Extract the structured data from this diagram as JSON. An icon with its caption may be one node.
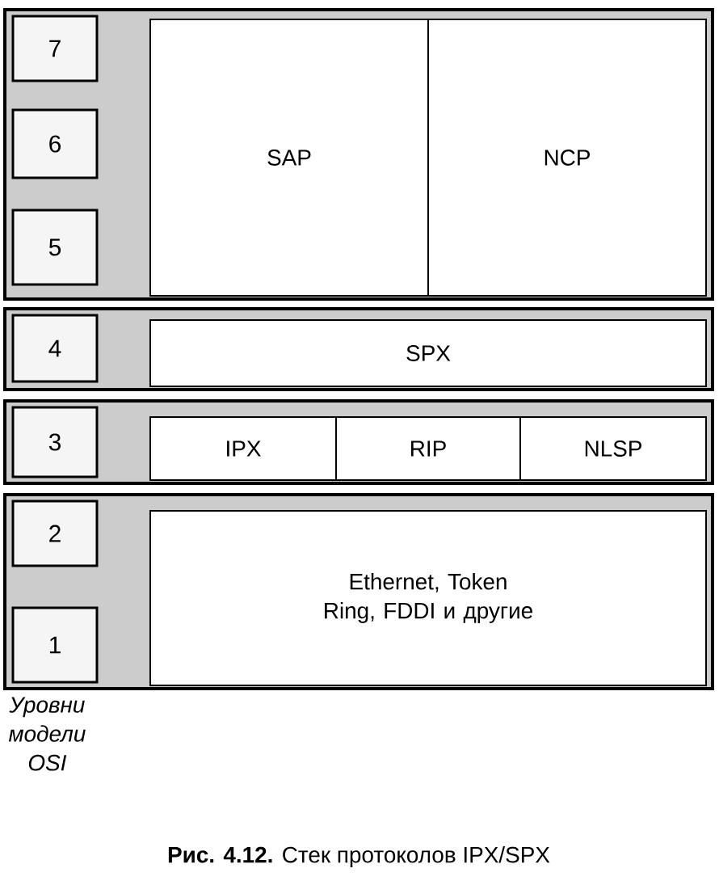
{
  "diagram": {
    "caption": "**Рис. 4.12.** Стек протоколов IPX/SPX",
    "nodes": [
      {
        "text": [],
        "shape": "band"
      },
      {
        "text": [
          "7"
        ],
        "in": 0
      },
      {
        "text": [
          "6"
        ],
        "in": 0
      },
      {
        "text": [
          "5"
        ],
        "in": 0
      },
      {
        "text": [
          "SAP"
        ],
        "in": 0
      },
      {
        "text": [
          "NCP"
        ],
        "in": 0
      },
      {
        "text": [],
        "shape": "band"
      },
      {
        "text": [
          "4"
        ],
        "in": 6
      },
      {
        "text": [
          "SPX"
        ],
        "in": 6
      },
      {
        "text": [],
        "shape": "band"
      },
      {
        "text": [
          "3"
        ],
        "in": 9
      },
      {
        "text": [
          "IPX"
        ],
        "in": 9
      },
      {
        "text": [
          "RIP"
        ],
        "in": 9
      },
      {
        "text": [
          "NLSP"
        ],
        "in": 9
      },
      {
        "text": [],
        "shape": "band"
      },
      {
        "text": [
          "2"
        ],
        "in": 14
      },
      {
        "text": [
          "1"
        ],
        "in": 14
      },
      {
        "text": [
          "Ethernet, Token Ring, FDDI и другие"
        ],
        "in": 14
      }
    ],
    "labels": [
      "Уровни модели OSI"
    ]
  }
}
